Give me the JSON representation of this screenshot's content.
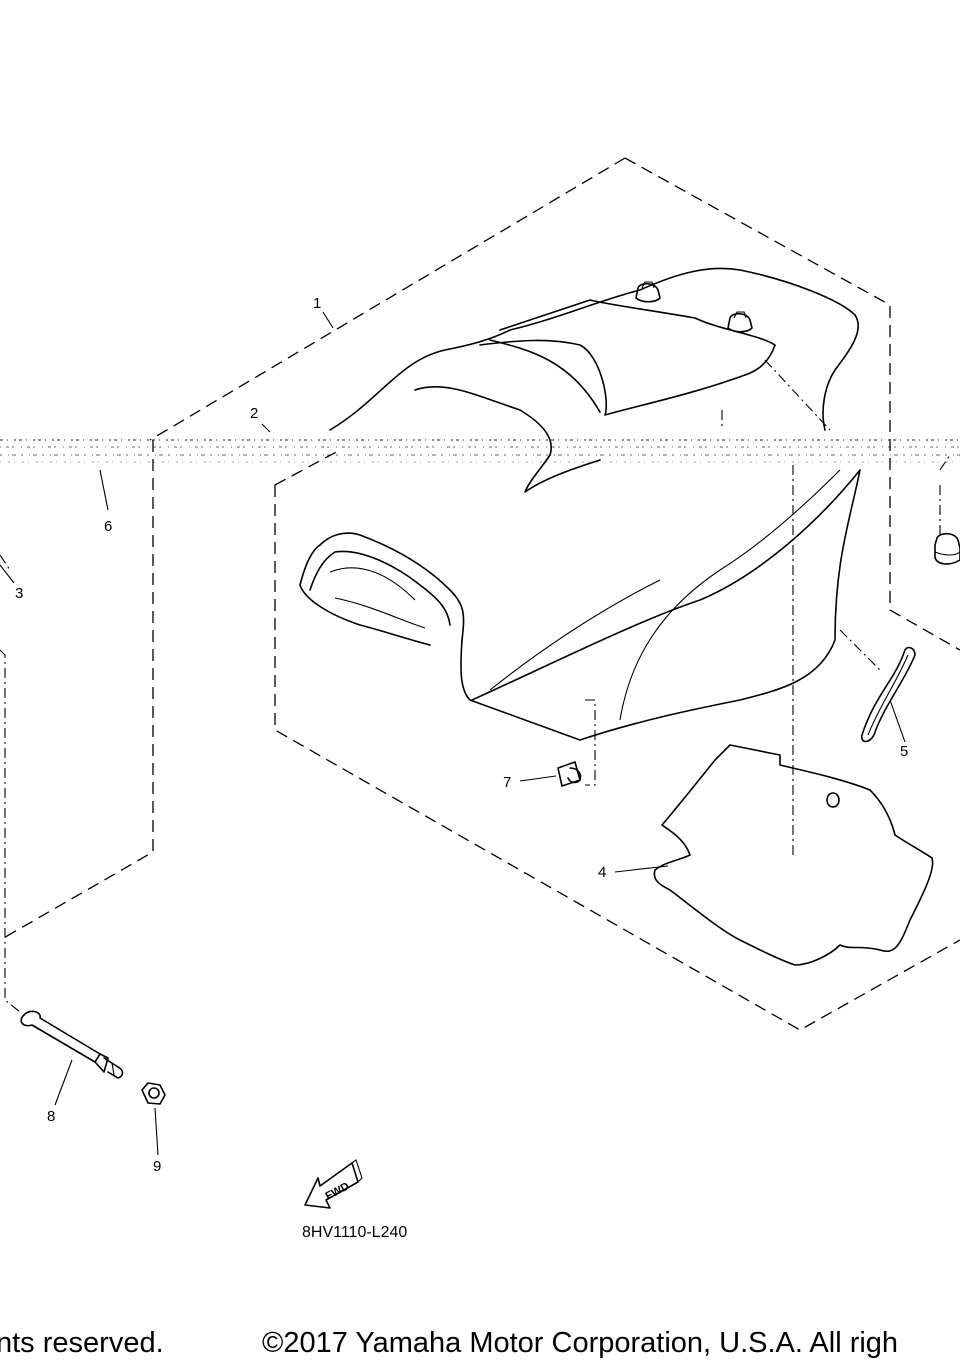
{
  "callouts": {
    "c1": "1",
    "c2": "2",
    "c3": "3",
    "c4": "4",
    "c5": "5",
    "c6": "6",
    "c7": "7",
    "c8": "8",
    "c9": "9"
  },
  "fwd_label": "FWD",
  "drawing_code": "8HV1110-L240",
  "footer": {
    "left": "nts reserved.",
    "right": "©2017 Yamaha Motor Corporation, U.S.A. All righ"
  },
  "icons": [
    "fwd-arrow-icon"
  ]
}
